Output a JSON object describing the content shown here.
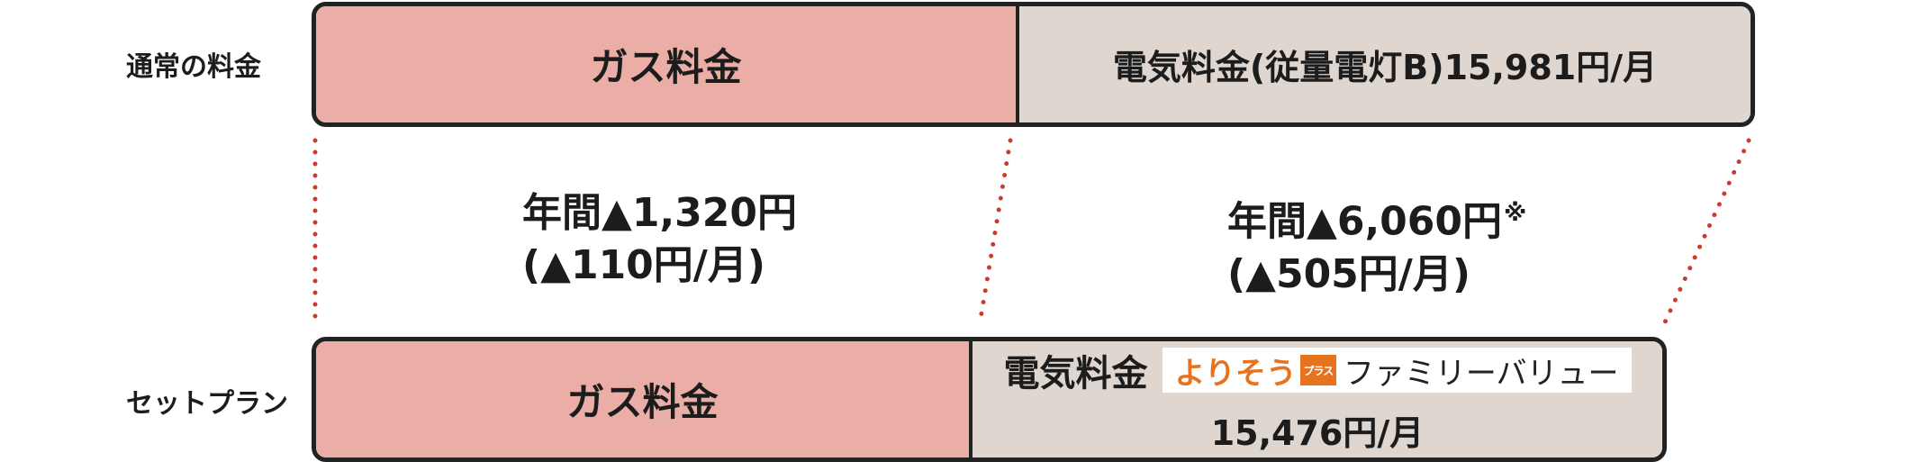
{
  "rows": {
    "normal_label": "通常の料金",
    "set_label": "セットプラン"
  },
  "normal_bar": {
    "gas_label": "ガス料金",
    "electric_label": "電気料金(従量電灯B)15,981円/月"
  },
  "set_bar": {
    "gas_label": "ガス料金",
    "electric_label": "電気料金",
    "plan_badge_main": "よりそう",
    "plan_badge_plus": "プラス",
    "plan_badge_sub": "ファミリーバリュー",
    "electric_price": "15,476円/月"
  },
  "savings": {
    "gas_line1": "年間▲1,320円",
    "gas_line2": "(▲110円/月)",
    "electric_line1": "年間▲6,060円",
    "electric_note_mark": "※",
    "electric_line2": "(▲505円/月)"
  },
  "colors": {
    "gas_pink": "#ebaea6",
    "electric_beige": "#ded6cf",
    "border": "#222222",
    "dotted_red": "#cc3a2c",
    "badge_orange": "#e8731e"
  }
}
